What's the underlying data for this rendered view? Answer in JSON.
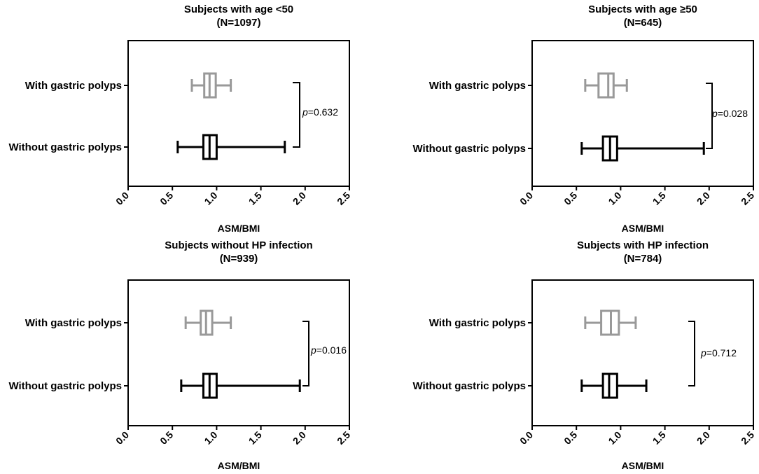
{
  "chart_data": [
    {
      "type": "box",
      "title": "Subjects with age <50",
      "subtitle": "(N=1097)",
      "xlabel": "ASM/BMI",
      "xlim": [
        0,
        2.5
      ],
      "xticks": [
        "0.0",
        "0.5",
        "1.0",
        "1.5",
        "2.0",
        "2.5"
      ],
      "categories": [
        "With gastric polyps",
        "Without gastric polyps"
      ],
      "series": [
        {
          "category": "With gastric polyps",
          "min": 0.72,
          "q1": 0.86,
          "median": 0.92,
          "q3": 0.99,
          "max": 1.16,
          "color": "#999999"
        },
        {
          "category": "Without gastric polyps",
          "min": 0.56,
          "q1": 0.85,
          "median": 0.92,
          "q3": 1.0,
          "max": 1.77,
          "color": "#000000"
        }
      ],
      "p_label": "p",
      "p_text": "=0.632"
    },
    {
      "type": "box",
      "title": "Subjects with age ≥50",
      "subtitle": "(N=645)",
      "xlabel": "ASM/BMI",
      "xlim": [
        0,
        2.5
      ],
      "xticks": [
        "0.0",
        "0.5",
        "1.0",
        "1.5",
        "2.0",
        "2.5"
      ],
      "categories": [
        "With gastric polyps",
        "Without gastric polyps"
      ],
      "series": [
        {
          "category": "With gastric polyps",
          "min": 0.6,
          "q1": 0.75,
          "median": 0.86,
          "q3": 0.92,
          "max": 1.07,
          "color": "#999999"
        },
        {
          "category": "Without gastric polyps",
          "min": 0.56,
          "q1": 0.8,
          "median": 0.88,
          "q3": 0.96,
          "max": 1.94,
          "color": "#000000"
        }
      ],
      "p_label": "p",
      "p_text": "=0.028"
    },
    {
      "type": "box",
      "title": "Subjects without HP infection",
      "subtitle": "(N=939)",
      "xlabel": "ASM/BMI",
      "xlim": [
        0,
        2.5
      ],
      "xticks": [
        "0.0",
        "0.5",
        "1.0",
        "1.5",
        "2.0",
        "2.5"
      ],
      "categories": [
        "With gastric polyps",
        "Without gastric polyps"
      ],
      "series": [
        {
          "category": "With gastric polyps",
          "min": 0.65,
          "q1": 0.82,
          "median": 0.88,
          "q3": 0.95,
          "max": 1.16,
          "color": "#999999"
        },
        {
          "category": "Without gastric polyps",
          "min": 0.6,
          "q1": 0.85,
          "median": 0.92,
          "q3": 1.0,
          "max": 1.94,
          "color": "#000000"
        }
      ],
      "p_label": "p",
      "p_text": "=0.016"
    },
    {
      "type": "box",
      "title": "Subjects with HP infection",
      "subtitle": "(N=784)",
      "xlabel": "ASM/BMI",
      "xlim": [
        0,
        2.5
      ],
      "xticks": [
        "0.0",
        "0.5",
        "1.0",
        "1.5",
        "2.0",
        "2.5"
      ],
      "categories": [
        "With gastric polyps",
        "Without gastric polyps"
      ],
      "series": [
        {
          "category": "With gastric polyps",
          "min": 0.6,
          "q1": 0.78,
          "median": 0.89,
          "q3": 0.98,
          "max": 1.17,
          "color": "#999999"
        },
        {
          "category": "Without gastric polyps",
          "min": 0.56,
          "q1": 0.8,
          "median": 0.87,
          "q3": 0.96,
          "max": 1.29,
          "color": "#000000"
        }
      ],
      "p_label": "p",
      "p_text": "=0.712"
    }
  ]
}
